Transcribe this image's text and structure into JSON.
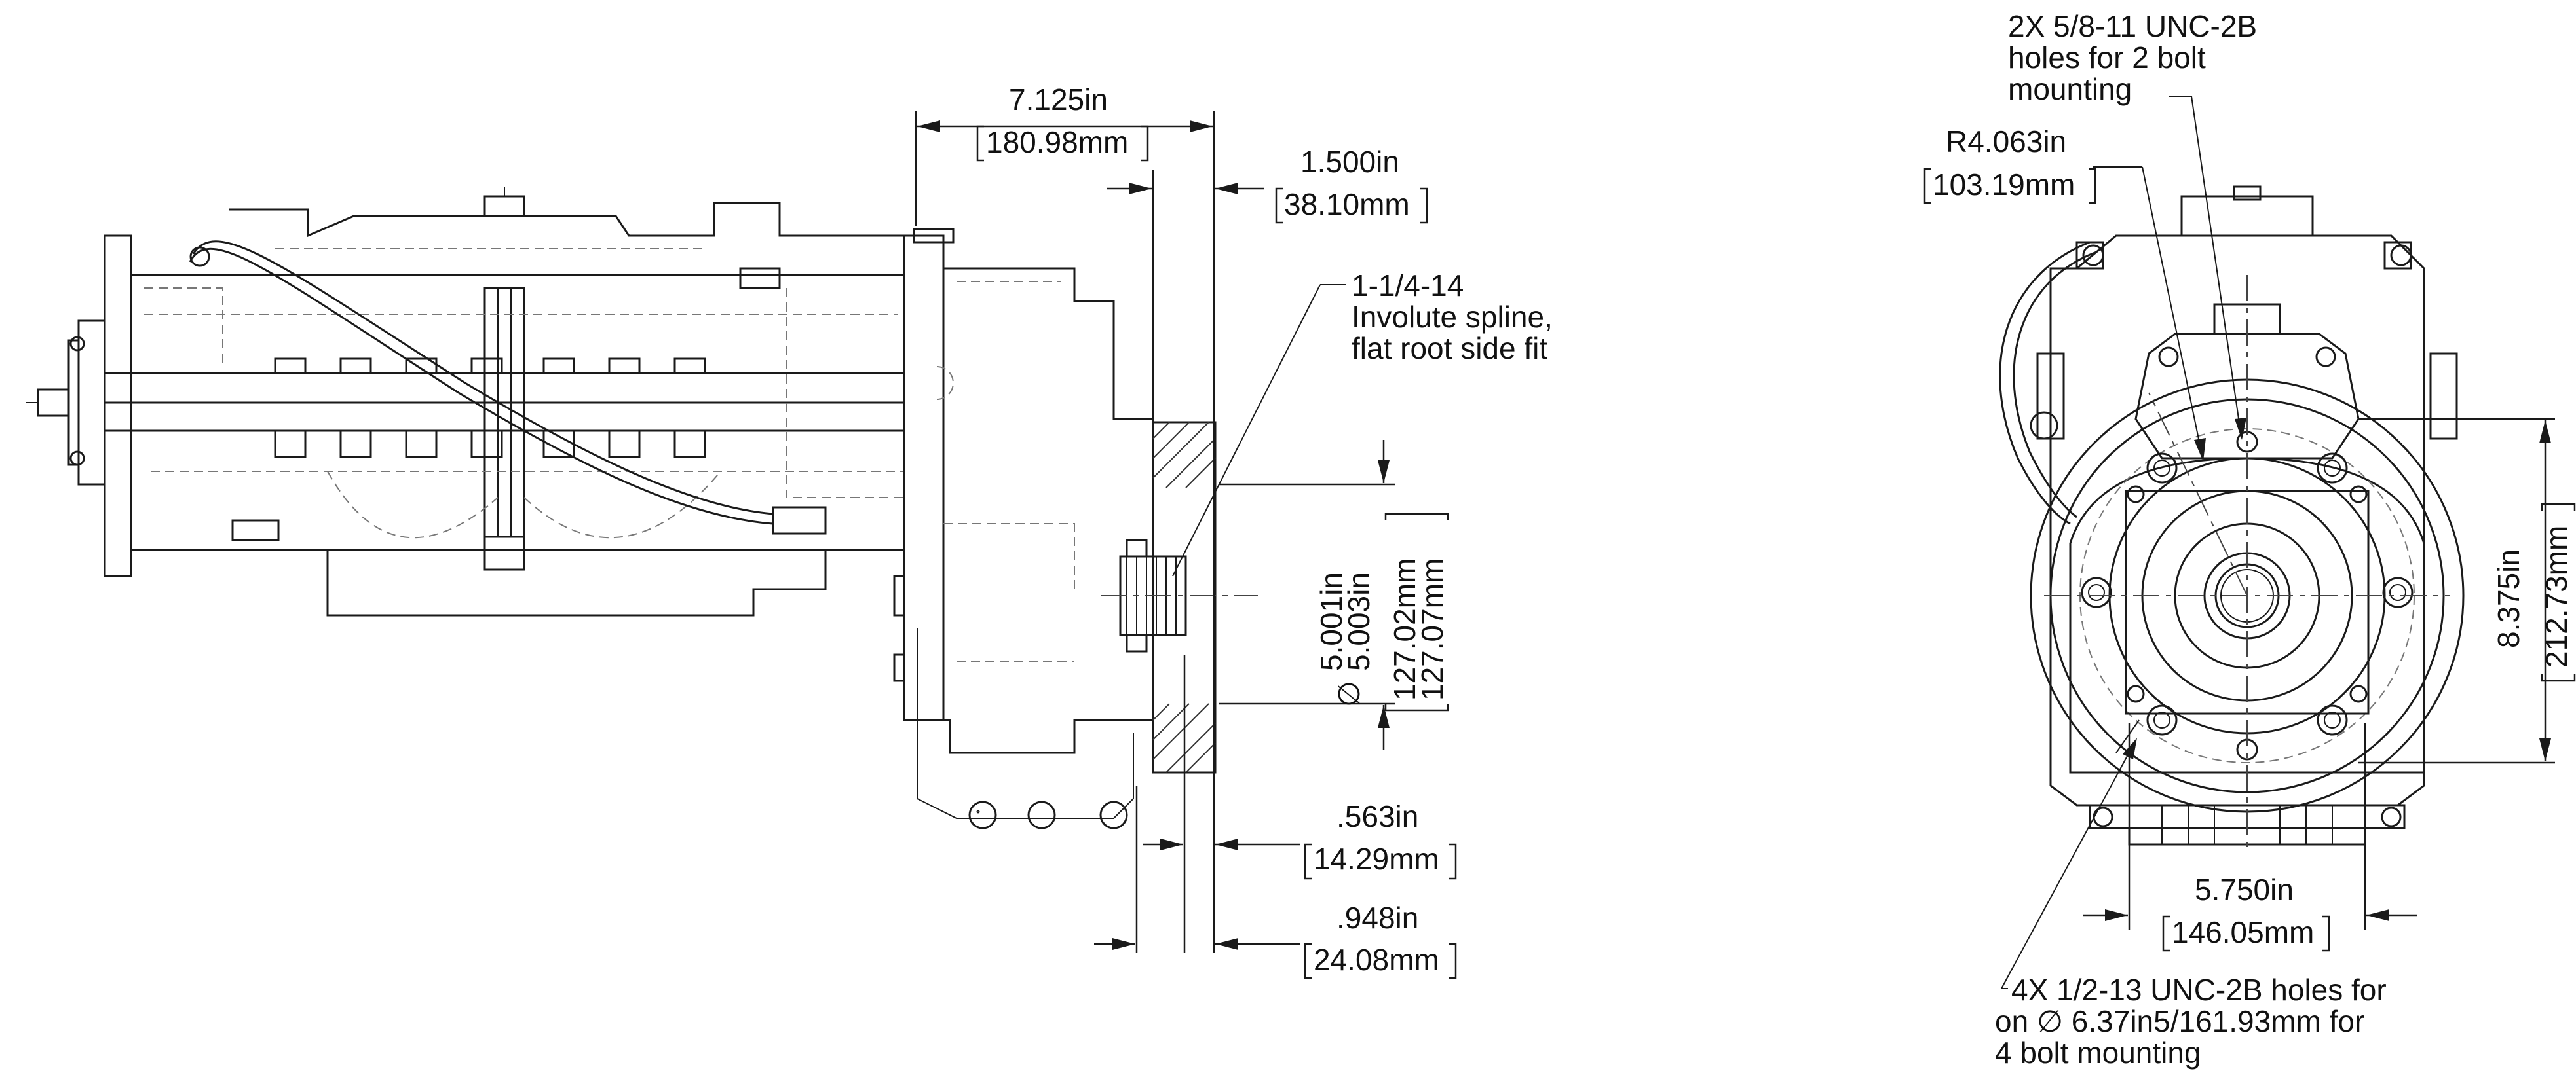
{
  "side_view": {
    "dim_length": {
      "inch": "7.125in",
      "mm": "180.98mm"
    },
    "dim_pilot_depth": {
      "inch": "1.500in",
      "mm": "38.10mm"
    },
    "spline_note": [
      "1-1/4-14",
      "Involute spline,",
      "flat root side fit"
    ],
    "dim_pilot_dia": {
      "inch1": "5.001in",
      "inch2": "5.003in",
      "mm1": "127.02mm",
      "mm2": "127.07mm",
      "symbol": "∅"
    },
    "dim_flange": {
      "inch": ".563in",
      "mm": "14.29mm"
    },
    "dim_shaft": {
      "inch": ".948in",
      "mm": "24.08mm"
    }
  },
  "end_view": {
    "two_bolt_note": [
      "2X 5/8-11 UNC-2B",
      "holes for 2 bolt",
      "mounting"
    ],
    "radius": {
      "inch": "R4.063in",
      "mm": "103.19mm"
    },
    "dim_height": {
      "inch": "8.375in",
      "mm": "212.73mm"
    },
    "dim_width": {
      "inch": "5.750in",
      "mm": "146.05mm"
    },
    "four_bolt_note": [
      "4X 1/2-13 UNC-2B holes for",
      "on  ∅  6.37in5/161.93mm for",
      "4 bolt mounting"
    ]
  }
}
